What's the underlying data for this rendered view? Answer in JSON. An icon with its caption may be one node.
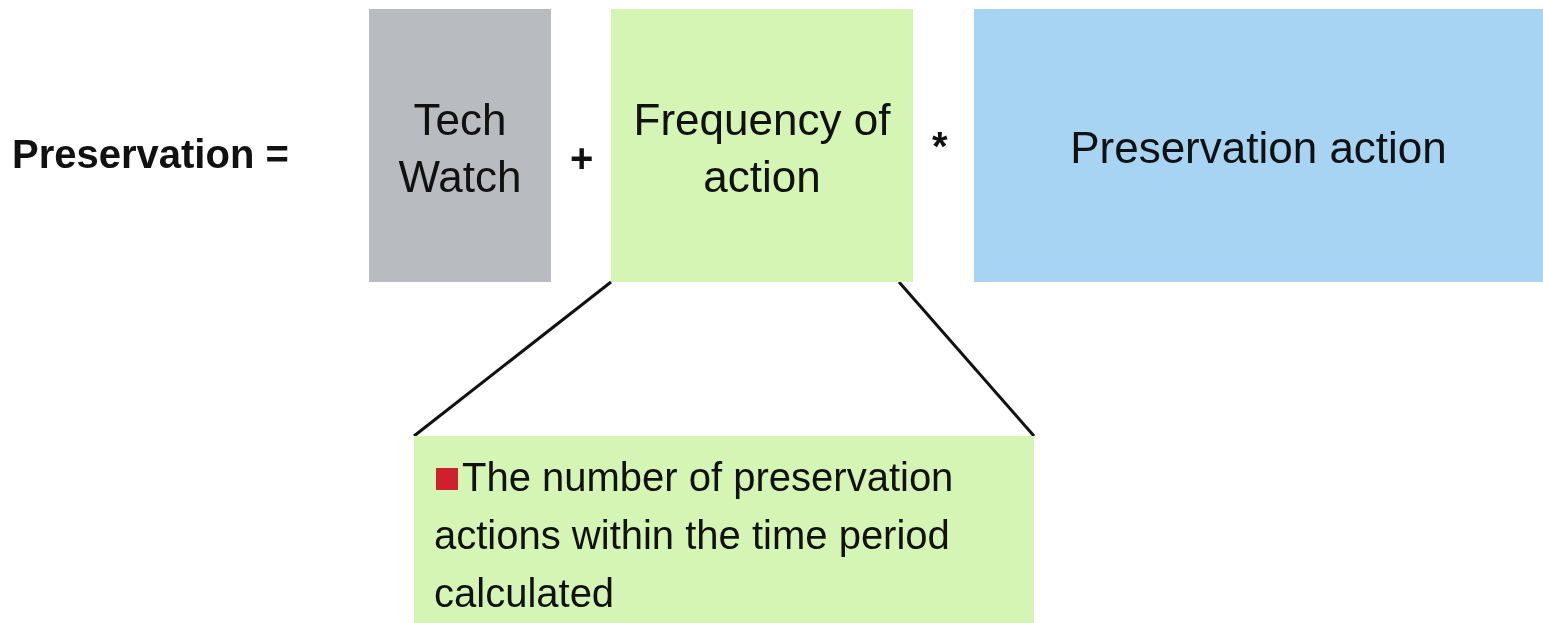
{
  "diagram": {
    "nodes": [
      {
        "text": [
          "Tech Watch"
        ]
      },
      {
        "text": [
          "Frequency of action"
        ]
      },
      {
        "text": [
          "Preservation action"
        ]
      },
      {
        "text": [
          "The number of preservation actions within the time period calculated"
        ]
      }
    ],
    "edges": [
      {
        "from": 1,
        "to": 3,
        "arrow": "none"
      },
      {
        "from": 1,
        "to": 3,
        "arrow": "none"
      }
    ],
    "labels": [
      "Preservation =",
      "+",
      "*"
    ]
  }
}
